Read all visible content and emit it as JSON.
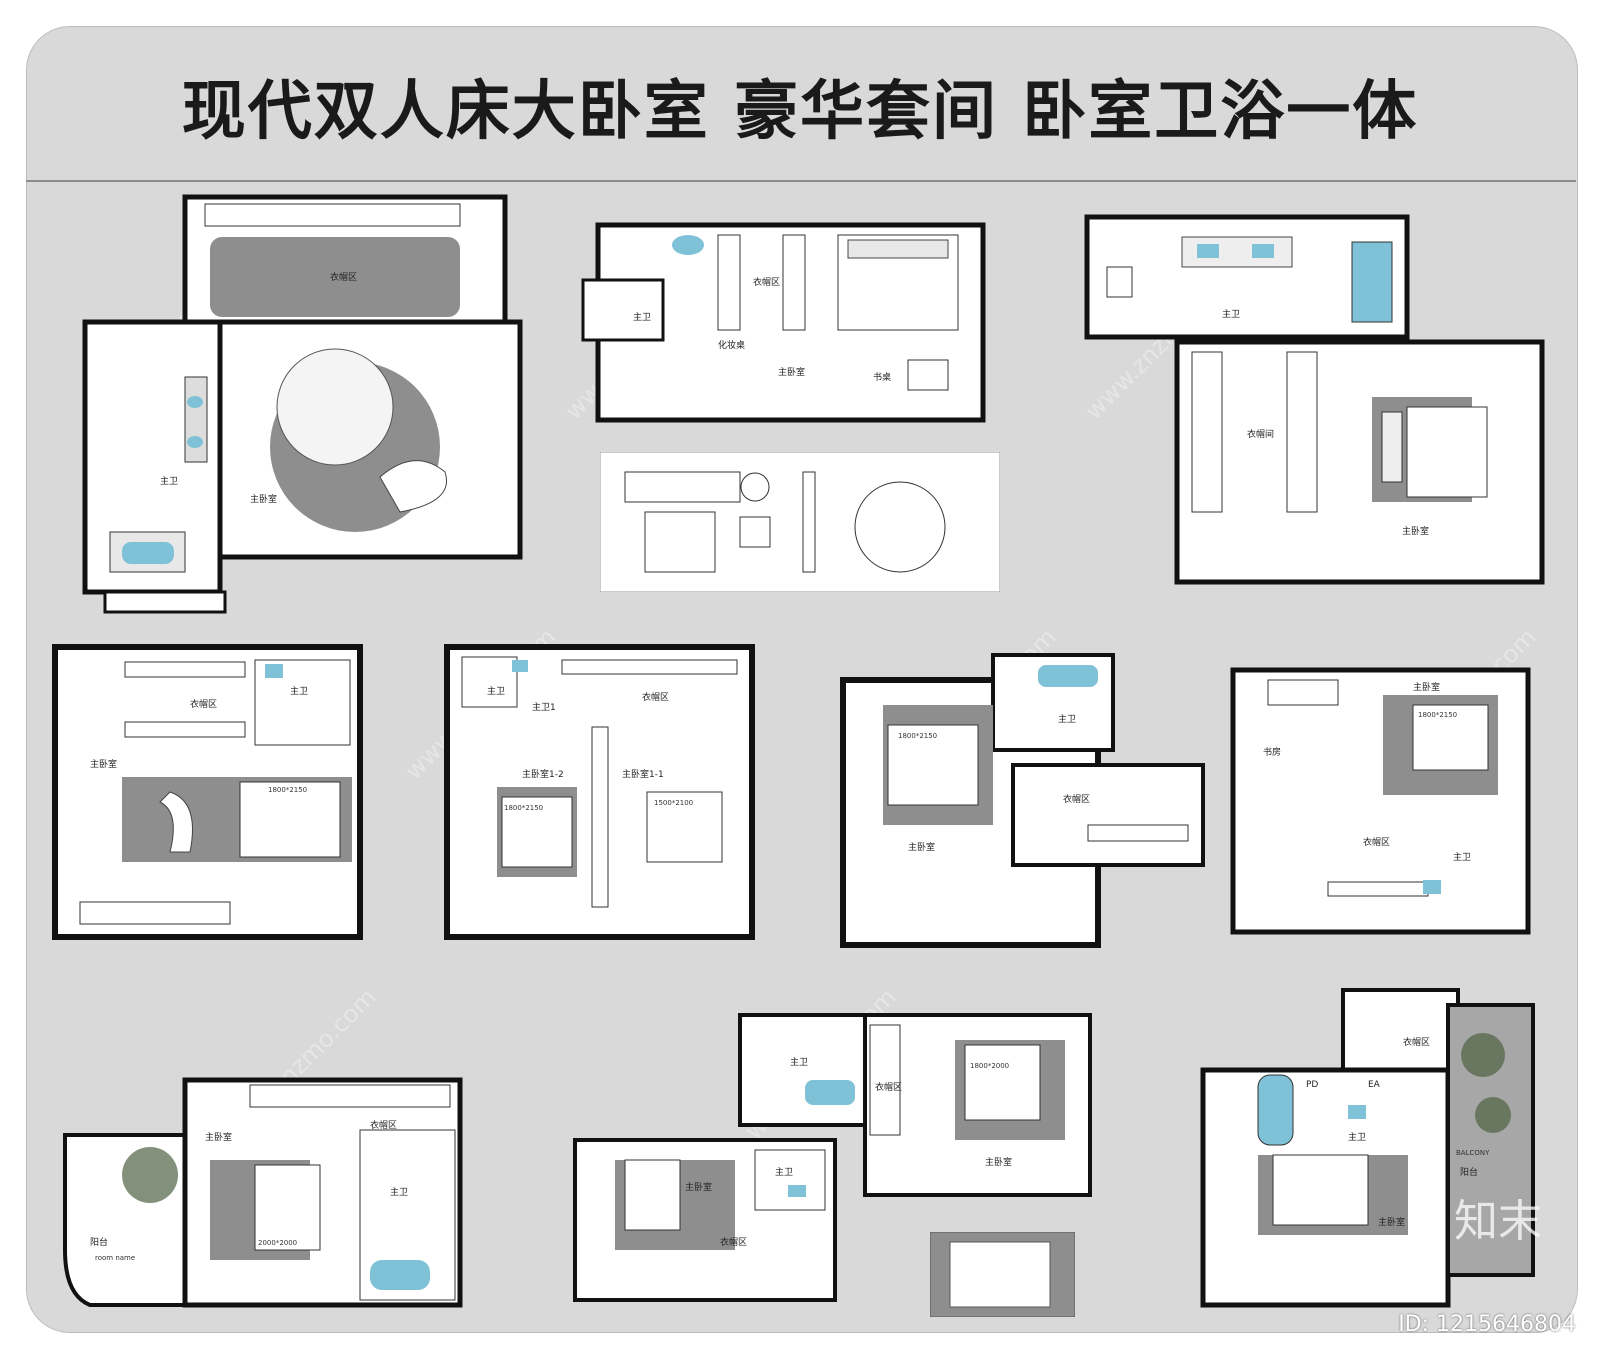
{
  "title": "现代双人床大卧室 豪华套间 卧室卫浴一体",
  "watermark": "www.znzmo.com",
  "brand": "知末",
  "image_id": "ID: 1215646804",
  "plans": {
    "p1": {
      "closet": "衣帽区",
      "bath": "主卫",
      "bedroom": "主卧室"
    },
    "p2": {
      "bath": "主卫",
      "closet": "衣帽区",
      "vanity": "化妆桌",
      "bedroom": "主卧室",
      "desk": "书桌"
    },
    "p3": {
      "bath": "主卫",
      "closet": "衣帽间",
      "bedroom": "主卧室"
    },
    "p4": {
      "closet": "衣帽区",
      "bath": "主卫",
      "bedroom": "主卧室",
      "bed_size": "1800*2150"
    },
    "p5": {
      "bath": "主卫",
      "bath1": "主卫1",
      "closet": "衣帽区",
      "bedroom_a": "主卧室1-2",
      "bedroom_b": "主卧室1-1",
      "bed_a": "1800*2150",
      "bed_b": "1500*2100"
    },
    "p6": {
      "bath": "主卫",
      "closet": "衣帽区",
      "bedroom": "主卧室",
      "bed_size": "1800*2150"
    },
    "p7": {
      "bedroom": "主卧室",
      "study": "书房",
      "closet": "衣帽区",
      "bath": "主卫",
      "bed_size": "1800*2150"
    },
    "p8": {
      "closet": "衣帽区",
      "bedroom": "主卧室",
      "bath": "主卫",
      "balcony": "阳台",
      "bed_size": "2000*2000",
      "room_name": "room name"
    },
    "p9": {
      "bath": "主卫",
      "closet": "衣帽区",
      "bedroom": "主卧室",
      "bed_size": "1800*2000"
    },
    "p10": {
      "closet": "衣帽区",
      "bath": "主卫",
      "balcony": "阳台",
      "bedroom": "主卧室",
      "balcony_en": "BALCONY",
      "tag_pd": "PD",
      "tag_ea": "EA"
    }
  }
}
